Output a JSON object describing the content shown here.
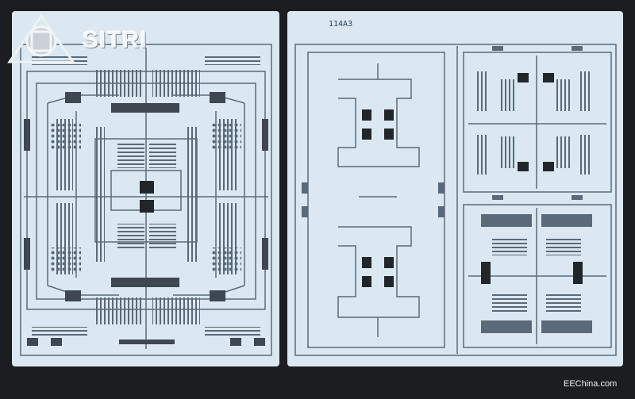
{
  "image": {
    "logo_text": "SITRI",
    "die_label": "114A3",
    "watermark": "EEChina.com"
  },
  "palette": {
    "background": "#1b1d20",
    "die": "#dbe8f1",
    "trace": "#5a6a78",
    "pad": "#3f4750",
    "dark": "#22262a"
  }
}
